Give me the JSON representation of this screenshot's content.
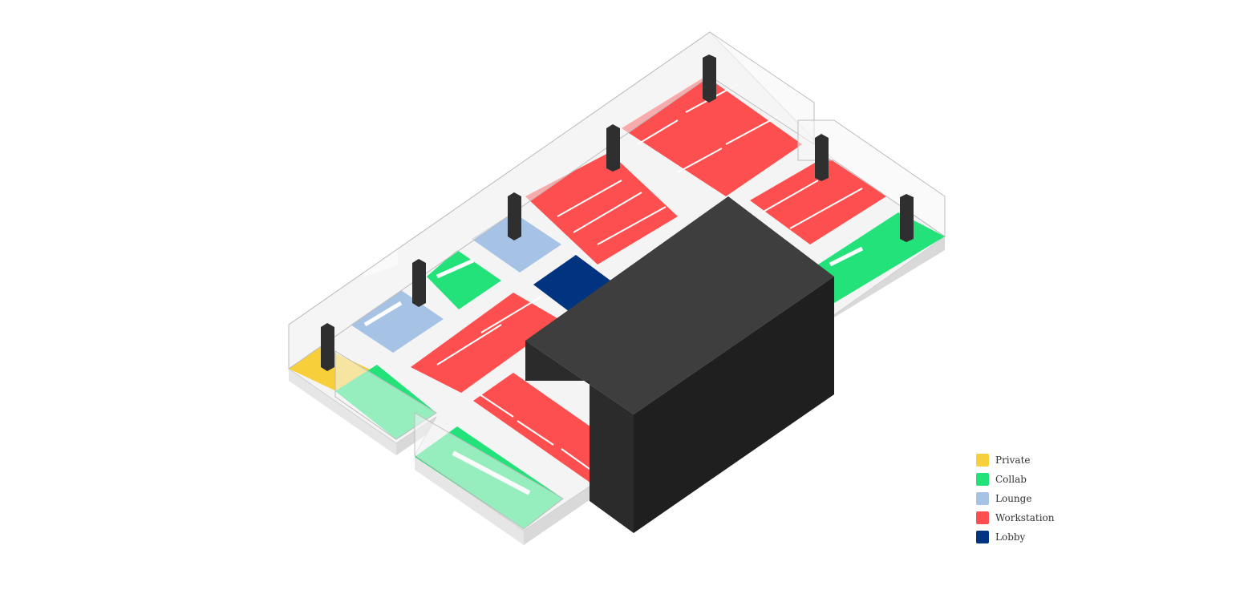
{
  "legend": {
    "items": [
      {
        "label": "Private",
        "color": "#f7cf3b"
      },
      {
        "label": "Collab",
        "color": "#23e27a"
      },
      {
        "label": "Lounge",
        "color": "#a6c3e6"
      },
      {
        "label": "Workstation",
        "color": "#fd4f4f"
      },
      {
        "label": "Lobby",
        "color": "#003480"
      }
    ]
  },
  "colors": {
    "core_top": "#3e3e3e",
    "core_left": "#2b2b2b",
    "core_right": "#1f1f1f",
    "column": "#2f2f2f",
    "glass": "rgba(240,240,240,0.55)",
    "slab": "#e6e6e6",
    "furniture": "#ffffff"
  }
}
